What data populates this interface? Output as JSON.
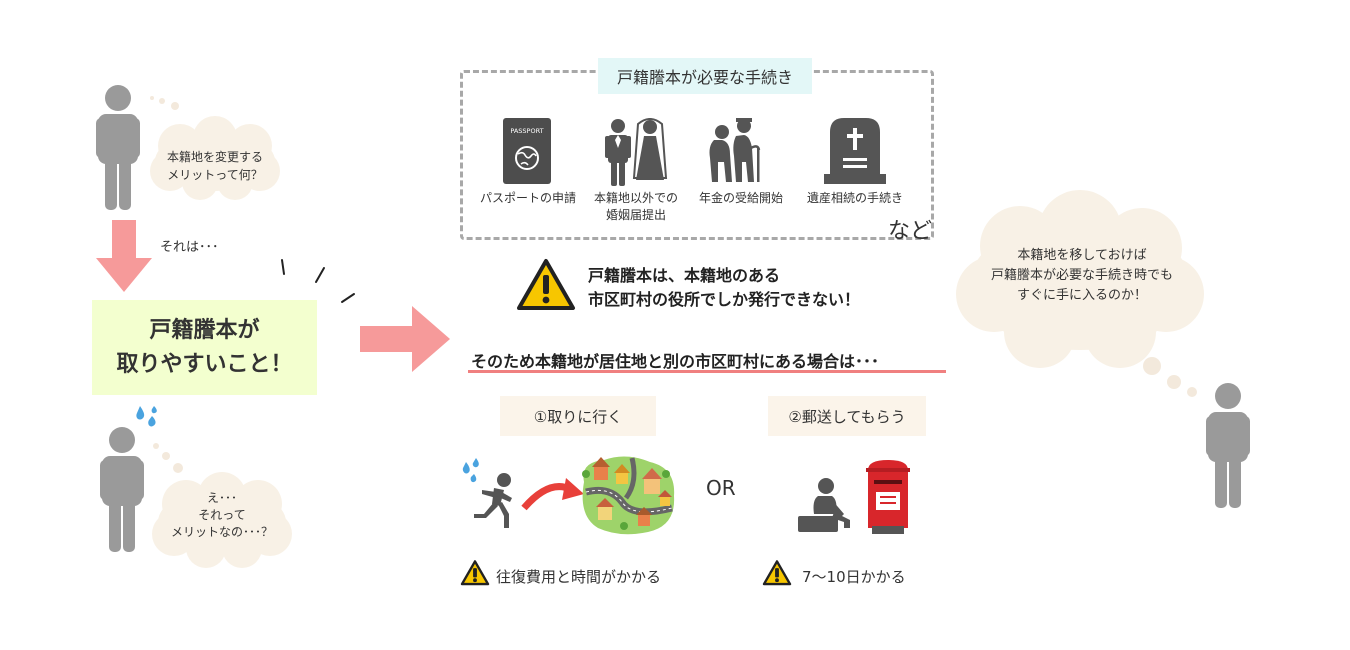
{
  "left": {
    "bubble1": [
      "本籍地を変更する",
      "メリットって何？"
    ],
    "arrow_label": "それは･･･",
    "highlight": [
      "戸籍謄本が",
      "取りやすいこと！"
    ],
    "bubble2": [
      "え･･･",
      "それって",
      "メリットなの･･･？"
    ]
  },
  "procedures": {
    "title": "戸籍謄本が必要な手続き",
    "items": [
      {
        "icon": "passport-icon",
        "label": [
          "パスポートの申請"
        ],
        "passport_text": "PASSPORT"
      },
      {
        "icon": "wedding-couple-icon",
        "label": [
          "本籍地以外での",
          "婚姻届提出"
        ]
      },
      {
        "icon": "elderly-couple-icon",
        "label": [
          "年金の受給開始"
        ]
      },
      {
        "icon": "gravestone-icon",
        "label": [
          "遺産相続の手続き"
        ]
      }
    ],
    "etc": "など"
  },
  "warning": [
    "戸籍謄本は、本籍地のある",
    "市区町村の役所でしか発行できない！"
  ],
  "condition": "そのため本籍地が居住地と別の市区町村にある場合は･･･",
  "options": [
    {
      "label": "①取りに行く",
      "note": "往復費用と時間がかかる"
    },
    {
      "label": "②郵送してもらう",
      "note": "7〜10日かかる"
    }
  ],
  "or_text": "OR",
  "right": {
    "bubble": [
      "本籍地を移しておけば",
      "戸籍謄本が必要な手続き時でも",
      "すぐに手に入るのか！"
    ]
  },
  "colors": {
    "accent_arrow": "#f69a9a",
    "underline": "#f08080",
    "warning_yellow": "#f7c600",
    "cloud": "#f8f1e6",
    "title_bg": "#e3f7f7",
    "highlight_bg": "#f3ffcf",
    "option_bg": "#fbf4ea",
    "person_gray": "#9a9a9a"
  }
}
